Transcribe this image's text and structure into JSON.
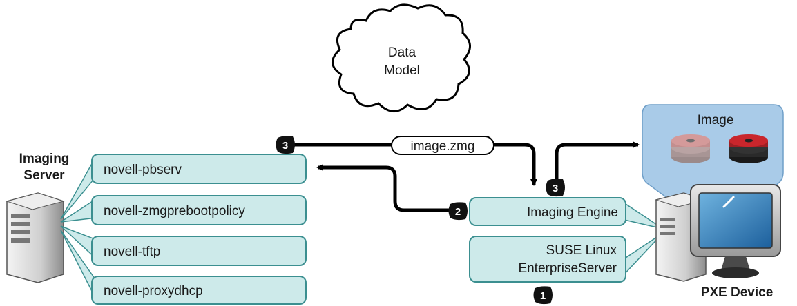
{
  "cloud": {
    "line1": "Data",
    "line2": "Model"
  },
  "imaging_server": {
    "line1": "Imaging",
    "line2": "Server"
  },
  "services": [
    {
      "label": "novell-pbserv"
    },
    {
      "label": "novell-zmgprebootpolicy"
    },
    {
      "label": "novell-tftp"
    },
    {
      "label": "novell-proxydhcp"
    }
  ],
  "file_label": "image.zmg",
  "engine": {
    "label": "Imaging Engine"
  },
  "os": {
    "line1": "SUSE Linux",
    "line2": "EnterpriseServer"
  },
  "image_panel": {
    "title": "Image"
  },
  "pxe_device": {
    "label": "PXE Device"
  },
  "steps": {
    "top": "3",
    "engine_in": "2",
    "engine_out": "3",
    "os": "1"
  },
  "colors": {
    "box_fill": "#cdeaea",
    "box_stroke": "#3b8f90",
    "image_panel": "#a9cbe8",
    "arrow": "#000000",
    "badge": "#111111"
  }
}
